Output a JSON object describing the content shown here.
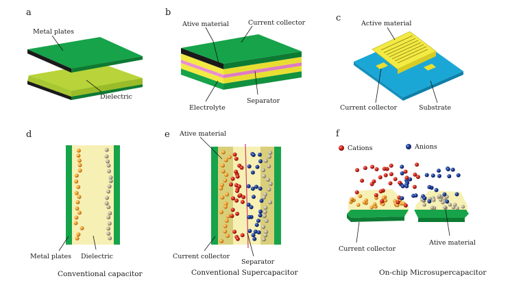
{
  "panels": {
    "a": {
      "letter": "a",
      "labels": {
        "metal_plates": "Metal plates",
        "dielectric": "Dielectric"
      }
    },
    "b": {
      "letter": "b",
      "labels": {
        "active_material": "Ative material",
        "current_collector": "Current collector",
        "electrolyte": "Electrolyte",
        "separator": "Separator"
      }
    },
    "c": {
      "letter": "c",
      "labels": {
        "active_material": "Active material",
        "current_collector": "Current collector",
        "substrate": "Substrate"
      }
    },
    "d": {
      "letter": "d",
      "labels": {
        "metal_plates": "Metal plates",
        "dielectric": "Dielectric"
      },
      "caption": "Conventional capacitor"
    },
    "e": {
      "letter": "e",
      "labels": {
        "active_material": "Ative material",
        "current_collector": "Current collector",
        "separator": "Separator"
      },
      "caption": "Conventional Supercapacitor"
    },
    "f": {
      "letter": "f",
      "labels": {
        "cations": "Cations",
        "anions": "Anions",
        "current_collector": "Current collector",
        "active_material": "Ative material"
      },
      "caption": "On-chip Microsupercapacitor"
    }
  },
  "colors": {
    "plate_green": "#17a34a",
    "plate_green_dark": "#0d7a33",
    "plate_black": "#1a1a1a",
    "dielectric_lime": "#b8d43a",
    "active_yellow": "#f3ea44",
    "separator_pink": "#e98fd0",
    "substrate_cyan": "#1aa7d6",
    "electrolyte_cream": "#f7f0b4",
    "cation_red": "#d82a1e",
    "anion_blue": "#1f3f9a",
    "orange_particle": "#f2a22e",
    "gray_particle": "#bdb49a"
  }
}
